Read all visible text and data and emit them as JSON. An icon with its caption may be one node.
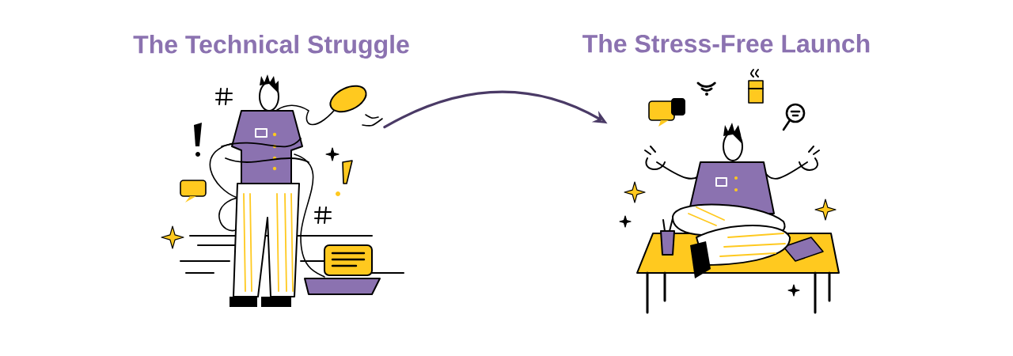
{
  "diagram": {
    "nodes": [
      {
        "text": [
          "The Technical Struggle"
        ]
      },
      {
        "text": [
          "The Stress-Free Launch"
        ]
      }
    ],
    "edges": [
      {
        "from": 0,
        "to": 1,
        "arrow": "to"
      }
    ]
  }
}
